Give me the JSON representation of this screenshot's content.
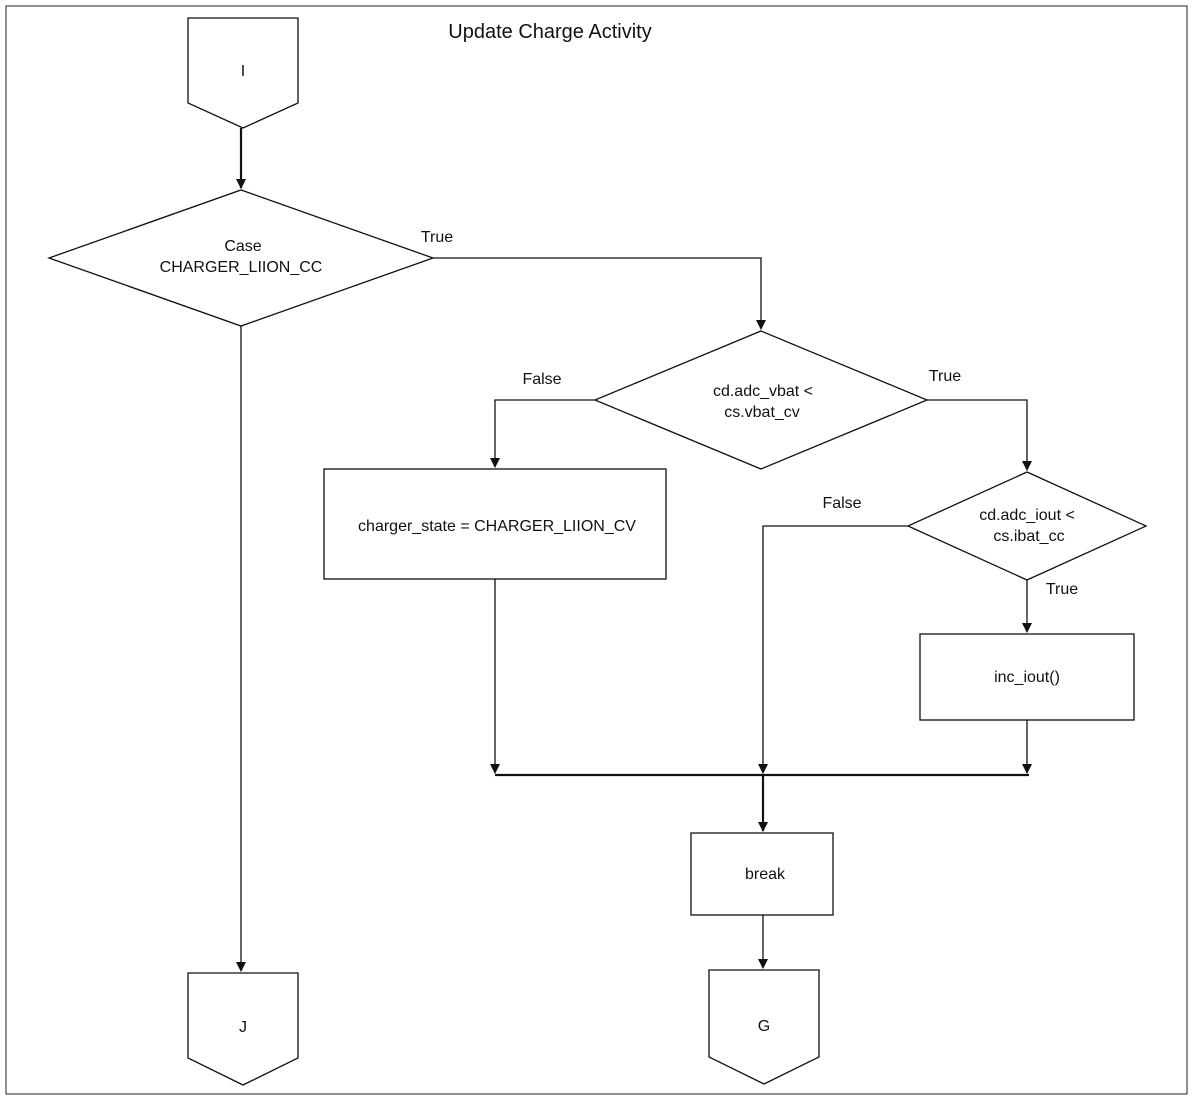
{
  "title": "Update Charge Activity",
  "connectors": {
    "start": "I",
    "left_exit": "J",
    "right_exit": "G"
  },
  "decisions": {
    "case_line1": "Case",
    "case_line2": "CHARGER_LIION_CC",
    "vbat_line1": "cd.adc_vbat <",
    "vbat_line2": "cs.vbat_cv",
    "iout_line1": "cd.adc_iout <",
    "iout_line2": "cs.ibat_cc"
  },
  "processes": {
    "set_state": "charger_state = CHARGER_LIION_CV",
    "inc_iout": "inc_iout()",
    "break": "break"
  },
  "edge_labels": {
    "case_true": "True",
    "vbat_false": "False",
    "vbat_true": "True",
    "iout_false": "False",
    "iout_true": "True"
  }
}
